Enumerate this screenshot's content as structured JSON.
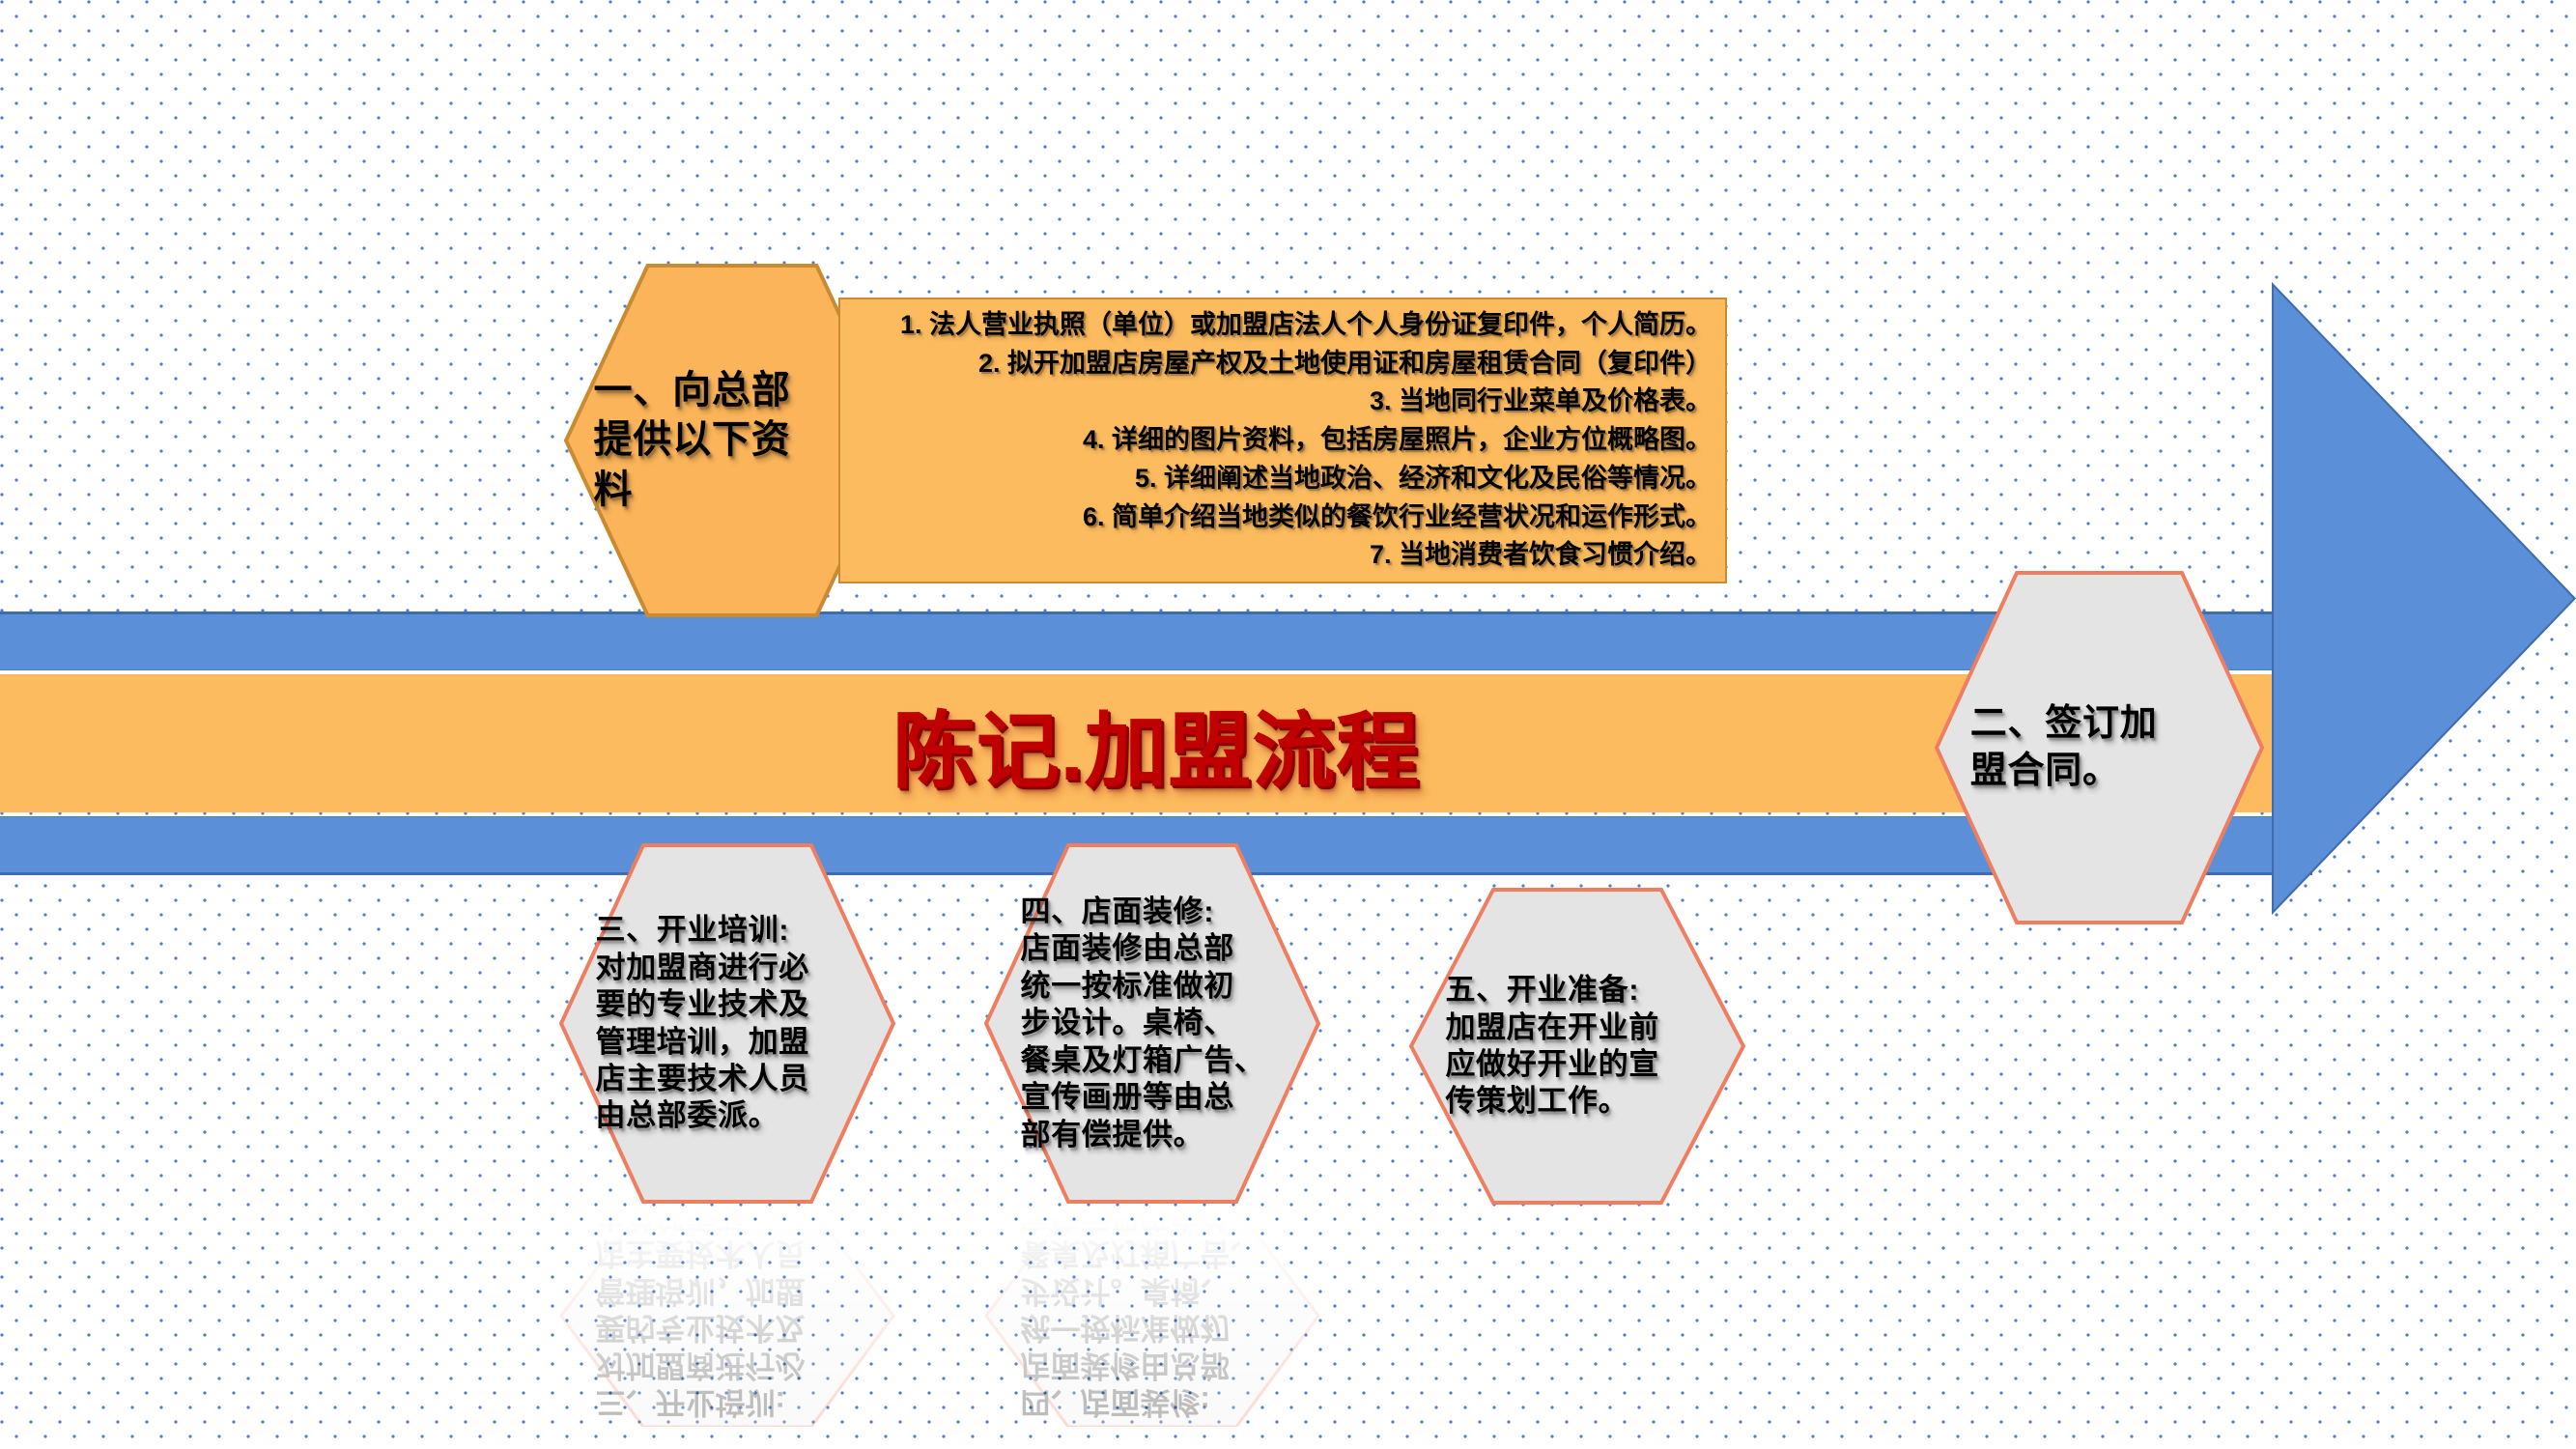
{
  "slide": {
    "title": "陈记.加盟流程",
    "accent_orange": "#fcbb5e",
    "accent_blue": "#5b8fd8",
    "accent_red": "#c00000",
    "hex_grey": "#e4e4e4",
    "hex_border_salmon": "#ef7e61",
    "hex_border_orange": "#c98a32",
    "background_dot_color": "#4a7fd4"
  },
  "steps": [
    {
      "id": "step-1",
      "label": "一、向总部\n提供以下资\n料",
      "style": "orange"
    },
    {
      "id": "step-2",
      "label": "二、签订加\n盟合同。",
      "style": "grey"
    },
    {
      "id": "step-3",
      "label": "三、开业培训:\n对加盟商进行必\n要的专业技术及\n管理培训，加盟\n店主要技术人员\n由总部委派。",
      "style": "grey"
    },
    {
      "id": "step-4",
      "label": "四、店面装修:\n店面装修由总部\n统一按标准做初\n步设计。桌椅、\n餐桌及灯箱广告、\n宣传画册等由总\n部有偿提供。",
      "style": "grey"
    },
    {
      "id": "step-5",
      "label": "五、开业准备:\n加盟店在开业前\n应做好开业的宣\n传策划工作。",
      "style": "grey"
    }
  ],
  "requirements": {
    "items": [
      "1. 法人营业执照（单位）或加盟店法人个人身份证复印件，个人简历。",
      "2. 拟开加盟店房屋产权及土地使用证和房屋租赁合同（复印件）",
      "3. 当地同行业菜单及价格表。",
      "4. 详细的图片资料，包括房屋照片，企业方位概略图。",
      "5. 详细阐述当地政治、经济和文化及民俗等情况。",
      "6. 简单介绍当地类似的餐饮行业经营状况和运作形式。",
      "7. 当地消费者饮食习惯介绍。"
    ]
  }
}
